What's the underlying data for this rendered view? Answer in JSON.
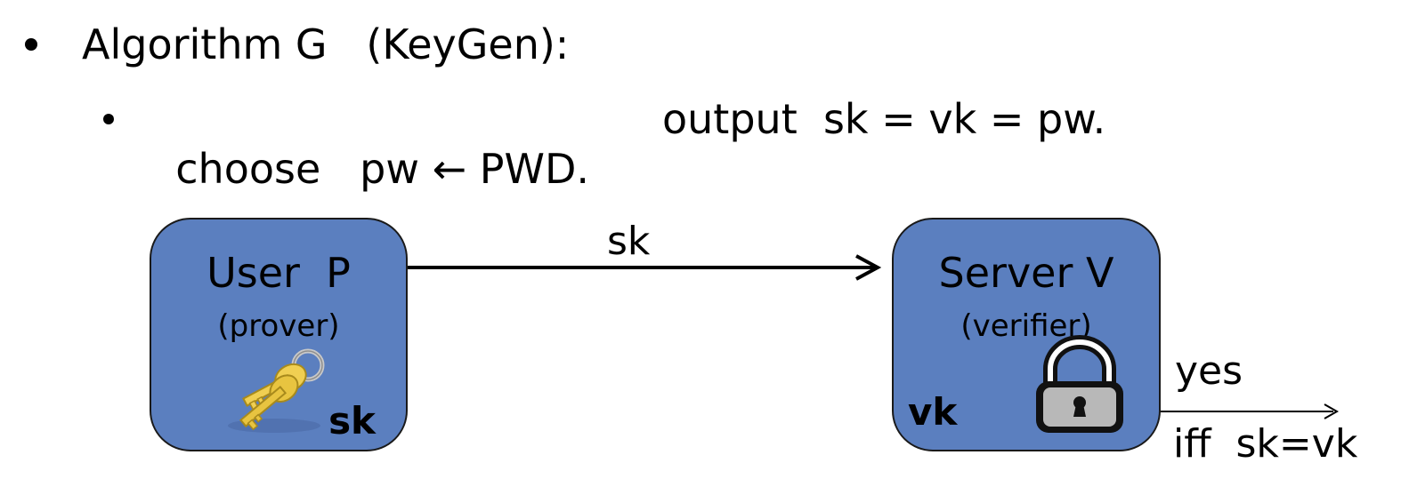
{
  "bullets": {
    "line1": "Algorithm G   (KeyGen):",
    "line2_part1": "choose   pw ",
    "line2_arrow": "←",
    "line2_part2": " PWD.",
    "line2_output": "output  sk = vk = pw."
  },
  "user": {
    "title": "User  P",
    "subtitle": "(prover)",
    "key_label": "sk",
    "icon": "keys-icon"
  },
  "server": {
    "title": "Server V",
    "subtitle": "(verifier)",
    "key_label": "vk",
    "icon": "padlock-icon"
  },
  "arrow_label": "sk",
  "output": {
    "yes": "yes",
    "condition": "iff  sk=vk"
  },
  "colors": {
    "node_fill": "#5b7fbf",
    "key_gold": "#e8c440",
    "lock_body": "#b8b8b8"
  }
}
